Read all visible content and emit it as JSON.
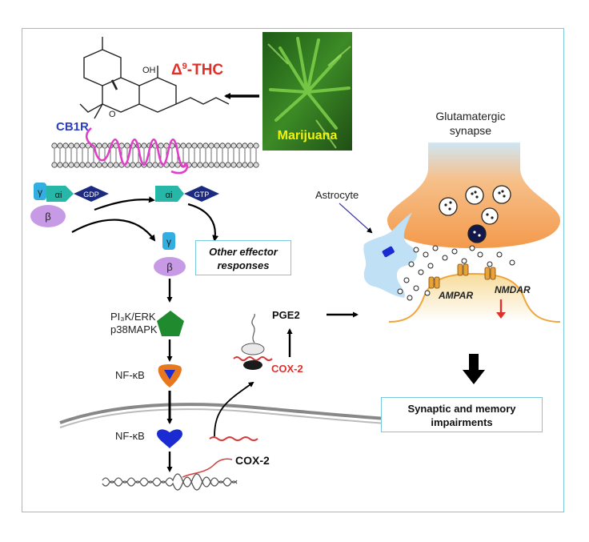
{
  "drug": {
    "symbol": "Δ",
    "superscript": "9",
    "name": "-THC"
  },
  "chemical": {
    "oh_label": "OH",
    "o_label": "O"
  },
  "photo_label": "Marijuana",
  "receptor_label": "CB1R",
  "g_protein": {
    "gamma": "γ",
    "beta": "β",
    "alpha": "αi",
    "gdp": "GDP",
    "gtp": "GTP"
  },
  "effector_box": [
    "Other effector",
    "responses"
  ],
  "kinase_label": [
    "PI₃K/ERK",
    "p38MAPK"
  ],
  "nfkb_label": "NF-κB",
  "nfkb_nuclear_label": "NF-κB",
  "cox2_mrna_label": "COX-2",
  "cox2_protein_label": "COX-2",
  "pge2_label": "PGE2",
  "synapse_title": [
    "Glutamatergic",
    "synapse"
  ],
  "astrocyte_label": "Astrocyte",
  "ampar_label": "AMPAR",
  "nmdar_label": "NMDAR",
  "outcome_box": [
    "Synaptic and memory",
    "impairments"
  ],
  "colors": {
    "border": "#79c8dc",
    "thc_red": "#e0302a",
    "receptor_magenta": "#e040c8",
    "cb1r_blue": "#2b3fbf",
    "marijuana_yellow": "#f2f20a",
    "alpha_teal": "#27b7a8",
    "gdp_navy": "#1c2a80",
    "beta_lilac": "#c79ae6",
    "gamma_cyan": "#33aee0",
    "pentagon_green": "#1f8a2e",
    "nfkb_orange": "#e8781e",
    "nfkb_blue": "#1a2bd1",
    "presynaptic_orange": "#f4a35a",
    "astrocyte_blue": "#bfe0f5"
  }
}
